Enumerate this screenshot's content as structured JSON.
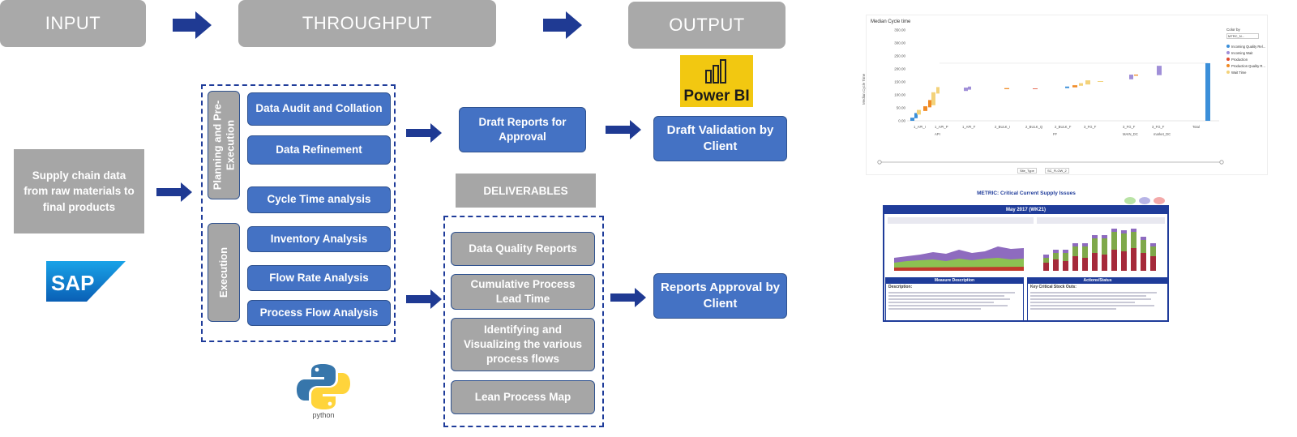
{
  "headers": {
    "input": "INPUT",
    "throughput": "THROUGHPUT",
    "output": "OUTPUT"
  },
  "input_box": {
    "text": "Supply chain data from raw materials to final products"
  },
  "logos": {
    "sap": "SAP",
    "powerbi": "Power BI",
    "python": "python"
  },
  "phases": {
    "planning": "Planning and Pre-Execution",
    "execution": "Execution"
  },
  "throughput_steps": [
    "Data Audit and Collation",
    "Data Refinement",
    "Cycle Time analysis",
    "Inventory Analysis",
    "Flow Rate Analysis",
    "Process Flow Analysis"
  ],
  "draft_reports": "Draft Reports for Approval",
  "deliverables_label": "DELIVERABLES",
  "deliverables": [
    "Data Quality Reports",
    "Cumulative Process Lead Time",
    "Identifying and Visualizing the various process flows",
    "Lean Process Map"
  ],
  "outputs": {
    "draft_validation": "Draft Validation by Client",
    "reports_approval": "Reports Approval by Client"
  },
  "colors": {
    "header_gray": "#a9a9a9",
    "box_blue": "#4472c4",
    "arrow_navy": "#1f3a93",
    "dashed": "#1f3c9a"
  },
  "waterfall_chart": {
    "title": "Median Cycle time",
    "ylabel": "Median Cycle Time",
    "yticks": [
      "0.00",
      "50.00",
      "100.00",
      "150.00",
      "200.00",
      "250.00",
      "300.00",
      "350.00"
    ],
    "xticks": [
      "1_API_I",
      "1_API_P",
      "1_API_F",
      "2_BULK_I",
      "2_BULK_Q",
      "2_BULK_F",
      "3_FG_F",
      "3_FG_F",
      "3_FG_F",
      "Total"
    ],
    "groups": [
      "API",
      "FF",
      "MAIN_DC",
      "market_DC"
    ],
    "legend_title": "Color by",
    "legend_select": "MTRC_N...",
    "legend": [
      "Incoming Quality Rel...",
      "Incoming Wait",
      "Production",
      "Production Quality R...",
      "Wait Time"
    ],
    "legend_colors": [
      "#3b8fd9",
      "#a08fd8",
      "#e04a2f",
      "#f08a24",
      "#f3d27a"
    ],
    "filters": [
      "Site_Type",
      "SC_FLOW_2"
    ]
  },
  "dashboard": {
    "title": "METRIC: Critical Current Supply Issues",
    "period": "May 2017 (WK21)",
    "left_section": "Measure Description",
    "right_section": "Actions/Status",
    "left_head": "Description:",
    "right_head": "Key Critical Stock Outs:"
  }
}
